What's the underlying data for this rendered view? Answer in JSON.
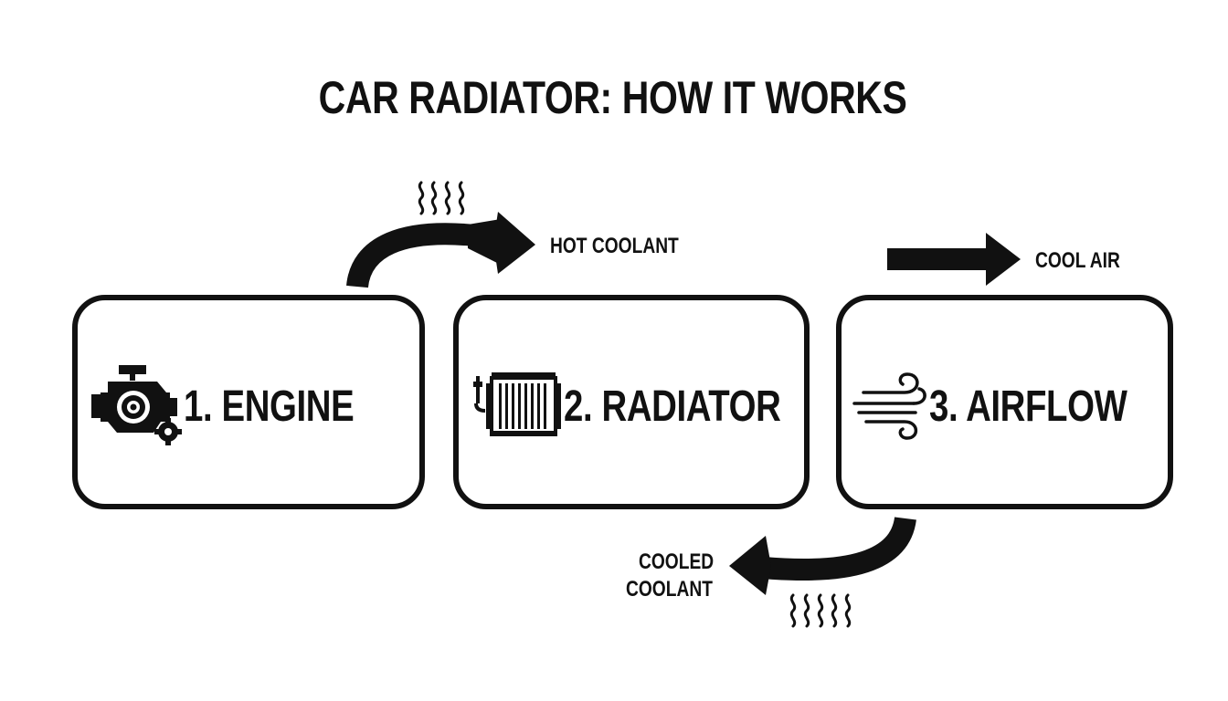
{
  "title": "CAR RADIATOR: HOW IT WORKS",
  "steps": [
    {
      "label": "1. ENGINE",
      "icon": "engine-icon"
    },
    {
      "label": "2. RADIATOR",
      "icon": "radiator-icon"
    },
    {
      "label": "3. AIRFLOW",
      "icon": "wind-icon"
    }
  ],
  "flows": {
    "hot_coolant": "HOT COOLANT",
    "cool_air": "COOL AIR",
    "cooled_coolant_line1": "COOLED",
    "cooled_coolant_line2": "COOLANT"
  },
  "colors": {
    "ink": "#111111",
    "background": "#ffffff"
  }
}
